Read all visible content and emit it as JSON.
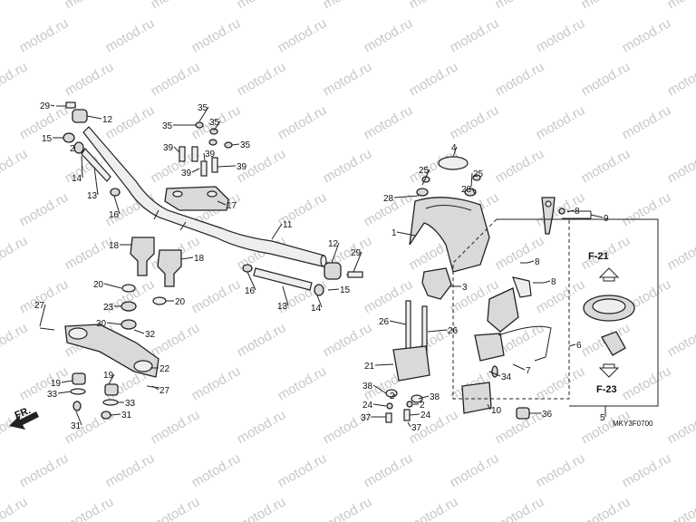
{
  "watermark": "motod.ru",
  "diagram_code": "MKY3F0700",
  "front_indicator": "FR.",
  "frame_refs": [
    "F-21",
    "F-23"
  ],
  "callouts": [
    "1",
    "2",
    "3",
    "4",
    "5",
    "6",
    "7",
    "8",
    "9",
    "10",
    "11",
    "12",
    "13",
    "14",
    "15",
    "16",
    "17",
    "18",
    "19",
    "20",
    "21",
    "22",
    "23",
    "24",
    "25",
    "26",
    "27",
    "28",
    "29",
    "30",
    "31",
    "32",
    "33",
    "34",
    "35",
    "36",
    "37",
    "38",
    "39"
  ]
}
